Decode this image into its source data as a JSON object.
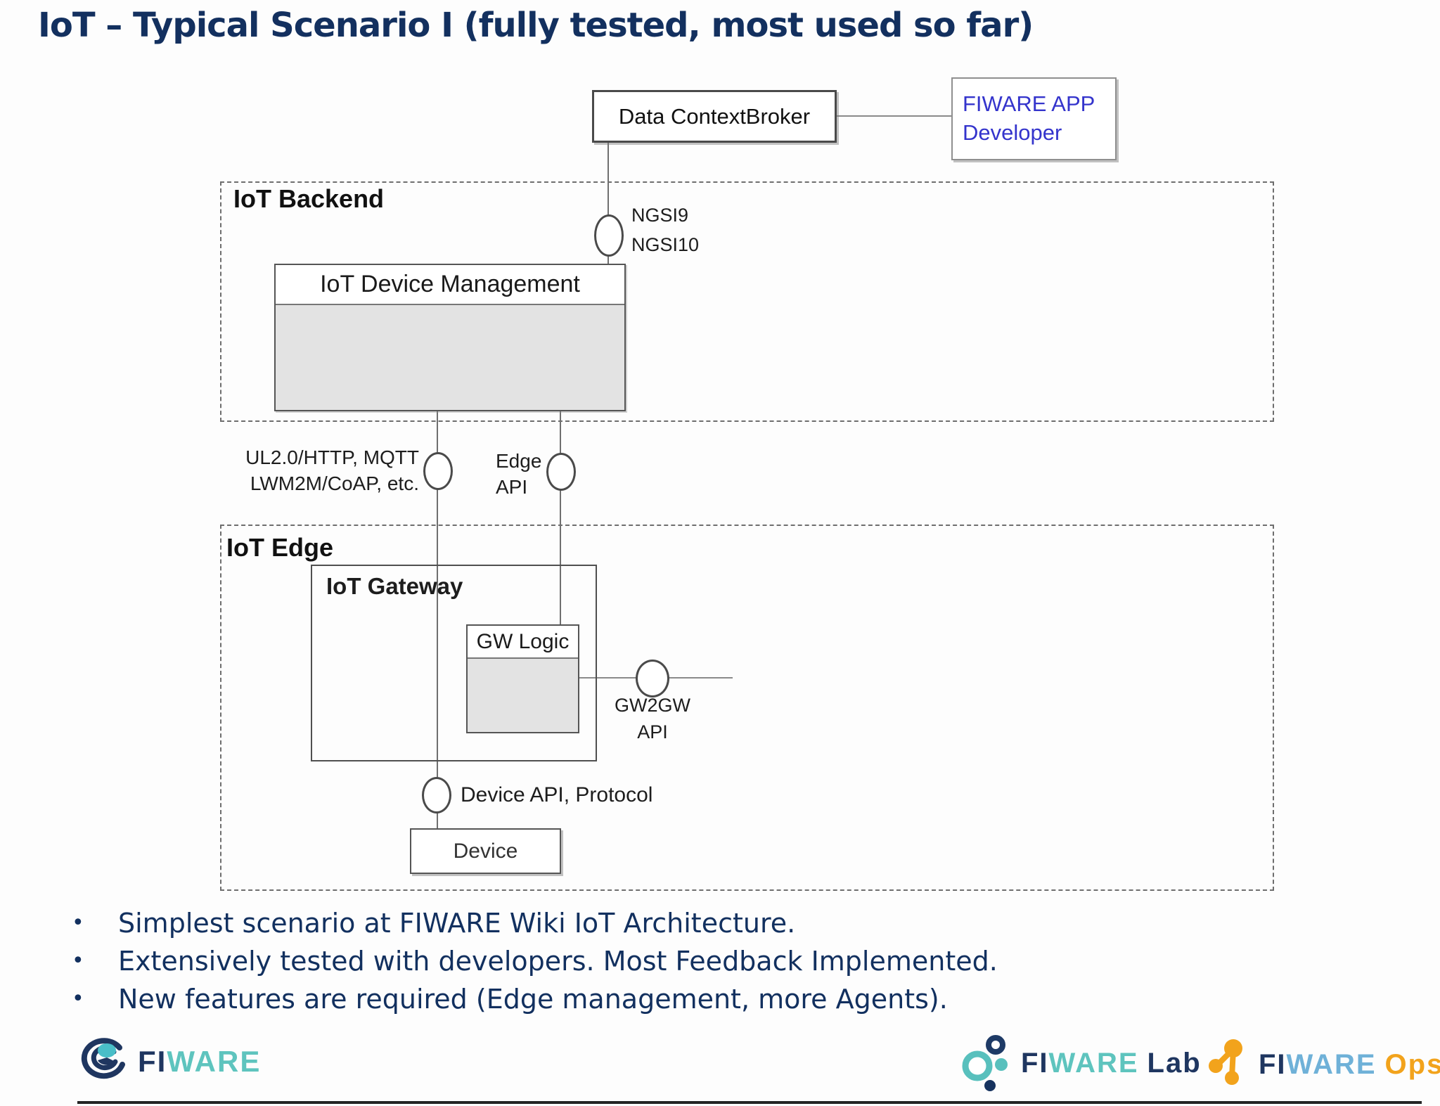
{
  "title": "IoT – Typical Scenario I (fully tested, most used so far)",
  "diagram": {
    "context_broker": "Data ContextBroker",
    "fiware_app": {
      "line1": "FIWARE APP",
      "line2": "Developer"
    },
    "backend": {
      "label": "IoT Backend",
      "device_management": "IoT Device Management",
      "ngsi9": "NGSI9",
      "ngsi10": "NGSI10"
    },
    "interfaces": {
      "protocols_line1": "UL2.0/HTTP, MQTT",
      "protocols_line2": "LWM2M/CoAP, etc.",
      "edge_line1": "Edge",
      "edge_line2": "API"
    },
    "edge": {
      "label": "IoT Edge",
      "gateway": "IoT Gateway",
      "gw_logic": "GW Logic",
      "gw2gw_line1": "GW2GW",
      "gw2gw_line2": "API",
      "device_api": "Device API, Protocol",
      "device": "Device"
    }
  },
  "bullets": [
    "Simplest scenario at FIWARE Wiki IoT Architecture.",
    "Extensively tested with developers. Most Feedback Implemented.",
    "New features are required (Edge management, more Agents)."
  ],
  "footer": {
    "fiware": {
      "fi": "FI",
      "ware": "WARE"
    },
    "lab": {
      "fi": "FI",
      "ware": "WARE",
      "suffix": "Lab"
    },
    "ops": {
      "fi": "FI",
      "ware": "WARE",
      "suffix": "Ops"
    }
  },
  "colors": {
    "title_navy": "#13305F",
    "bullet_navy": "#12305F",
    "fiware_app_blue": "#3434CC",
    "logo_navy": "#1F3660",
    "logo_teal": "#5EC4BE",
    "ops_blue": "#6FB1D8",
    "ops_orange": "#F2A31C",
    "box_fill_gray": "#E3E3E3"
  }
}
